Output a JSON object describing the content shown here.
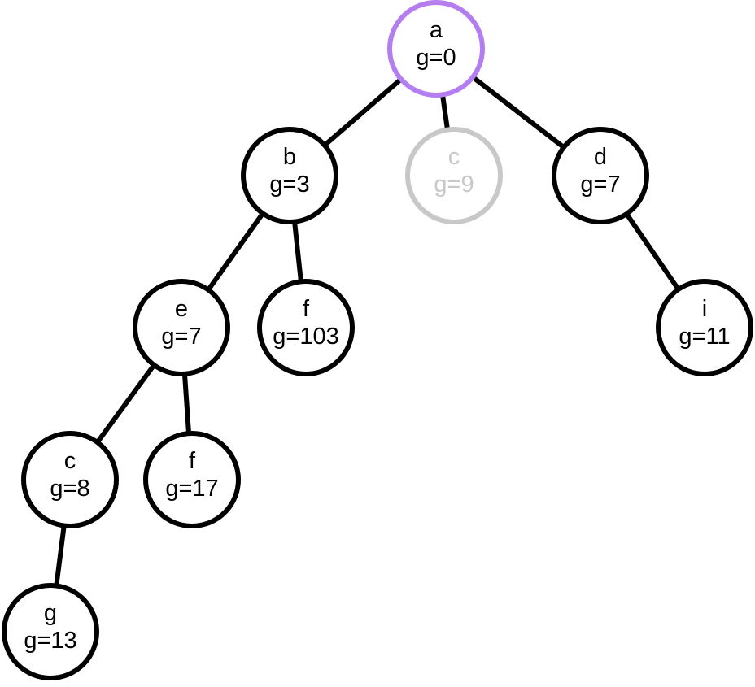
{
  "colors": {
    "default": "#000000",
    "highlight": "#b47ef0",
    "faded": "#c8c8c8"
  },
  "nodes": [
    {
      "id": "n-a",
      "name": "a",
      "g": "g=0",
      "state": "highlight"
    },
    {
      "id": "n-b",
      "name": "b",
      "g": "g=3",
      "state": "default"
    },
    {
      "id": "n-c1",
      "name": "c",
      "g": "g=9",
      "state": "faded"
    },
    {
      "id": "n-d",
      "name": "d",
      "g": "g=7",
      "state": "default"
    },
    {
      "id": "n-e",
      "name": "e",
      "g": "g=7",
      "state": "default"
    },
    {
      "id": "n-f1",
      "name": "f",
      "g": "g=103",
      "state": "default"
    },
    {
      "id": "n-i",
      "name": "i",
      "g": "g=11",
      "state": "default"
    },
    {
      "id": "n-c2",
      "name": "c",
      "g": "g=8",
      "state": "default"
    },
    {
      "id": "n-f2",
      "name": "f",
      "g": "g=17",
      "state": "default"
    },
    {
      "id": "n-g",
      "name": "g",
      "g": "g=13",
      "state": "default"
    }
  ],
  "edges": [
    {
      "from": "n-a",
      "to": "n-b"
    },
    {
      "from": "n-a",
      "to": "n-c1"
    },
    {
      "from": "n-a",
      "to": "n-d"
    },
    {
      "from": "n-b",
      "to": "n-e"
    },
    {
      "from": "n-b",
      "to": "n-f1"
    },
    {
      "from": "n-d",
      "to": "n-i"
    },
    {
      "from": "n-e",
      "to": "n-c2"
    },
    {
      "from": "n-e",
      "to": "n-f2"
    },
    {
      "from": "n-c2",
      "to": "n-g"
    }
  ]
}
